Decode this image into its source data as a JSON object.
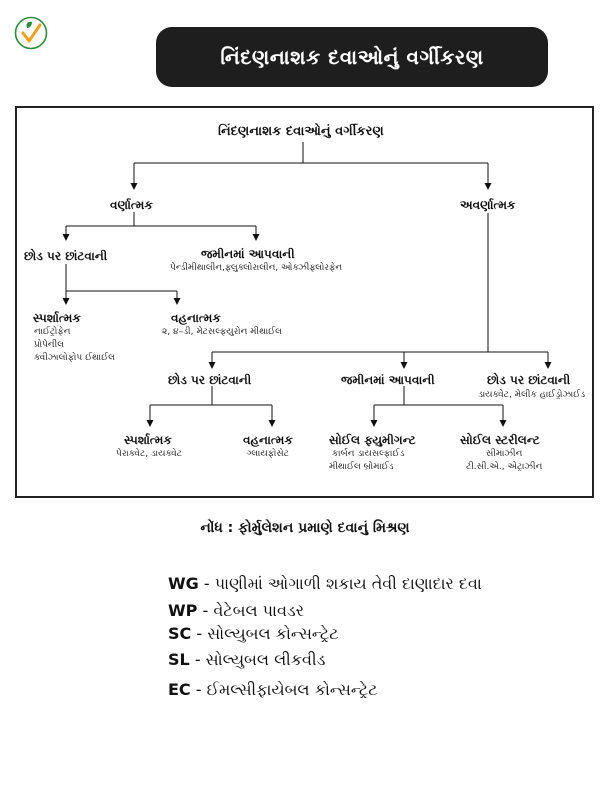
{
  "header": {
    "logo_icon": "leaf-check-logo",
    "title": "નિંદણનાશક દવાઓનું વર્ગીકરણ"
  },
  "diagram": {
    "root": "નિંદણનાશક દવાઓનું વર્ગીકરણ",
    "left_branch": "વર્ણાત્મક",
    "right_branch": "અવર્ણાત્મક",
    "l_foliar": "છોડ પર છાંટવાની",
    "l_soil": "જમીનમાં આપવાની",
    "l_soil_examples": "પેન્ડીમીથાલીન,ફ્લુક્લોરાલીન, ઓક્ઝીફ્લોરફેન",
    "l_contact": "સ્પર્શાત્મક",
    "l_contact_examples": [
      "નાઈટ્રોફેન",
      "પ્રોપેનીલ",
      "ક્વીઝાલોફોપ ઈથાઈલ"
    ],
    "l_systemic": "વહનાત્મક",
    "l_systemic_examples": "૨, ૪–ડી, મેટસલ્ફયુરોન મીથાઈલ",
    "r_foliar": "છોડ પર છાંટવાની",
    "r_soil": "જમીનમાં આપવાની",
    "r_foliar2": "છોડ પર છાંટવાની",
    "r_foliar2_examples": "ડાયક્વેટ, મેલીક હાઈડ્રોઝાઈડ",
    "r_contact": "સ્પર્શાત્મક",
    "r_contact_examples": "પેરાક્વેટ, ડાયક્વેટ",
    "r_systemic": "વહનાત્મક",
    "r_systemic_examples": "ગ્લાયફોસેટ",
    "r_fumigant": "સોઈલ ફ્યુમીગન્ટ",
    "r_fumigant_examples": [
      "કાર્બન ડાયસલ્ફાઈડ",
      "મીથાઈલ બ્રોમાઈડ"
    ],
    "r_sterilant": "સોઈલ સ્ટરીલન્ટ",
    "r_sterilant_examples": [
      "સીમાઝીન",
      "ટી.સી.એ., એટ્રાઝીન"
    ]
  },
  "note": "નોંધ : ફોર્મુલેશન પ્રમાણે દવાનું મિશ્રણ",
  "formulations": [
    {
      "code": "WG",
      "desc": "- પાણીમાં ઓગાળી શકાય તેવી દાણાદાર દવા"
    },
    {
      "code": "WP",
      "desc": "- વેટેબલ પાવડર"
    },
    {
      "code": "SC",
      "desc": "- સોલ્યુબલ કોન્સન્ટ્રેટ"
    },
    {
      "code": "SL",
      "desc": "- સોલ્યુબલ લીકવીડ"
    },
    {
      "code": "EC",
      "desc": "- ઈમલ્સીફાયેબલ કોન્સન્ટ્રેટ"
    }
  ]
}
